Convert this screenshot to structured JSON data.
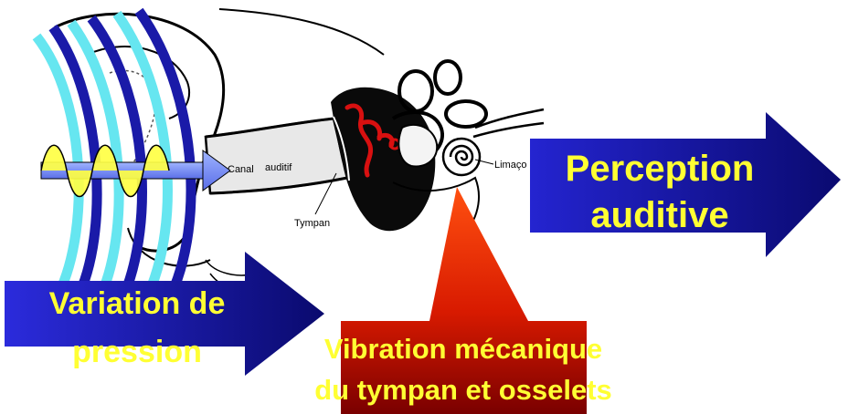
{
  "diagram": {
    "ear_labels": {
      "canal": "Canal",
      "auditif": "auditif",
      "tympan": "Tympan",
      "limacon": "Limaço"
    },
    "arrows": {
      "variation": {
        "line1": "Variation de",
        "line2": "pression"
      },
      "vibration": {
        "line1": "Vibration mécanique",
        "line2": "du tympan et osselets"
      },
      "perception": {
        "line1": "Perception",
        "line2": "auditive"
      }
    },
    "colors": {
      "arrow_blue_light": "#2b2bdc",
      "arrow_blue_dark": "#0a0a6e",
      "arrow_red_light": "#ff4010",
      "arrow_red_dark": "#7a0000",
      "label_yellow": "#ffff33",
      "wave_yellow": "#ffff44",
      "arc_cyan": "#66e6f0",
      "arc_navy": "#1a1aa8",
      "ossicle_red": "#d81010"
    }
  }
}
